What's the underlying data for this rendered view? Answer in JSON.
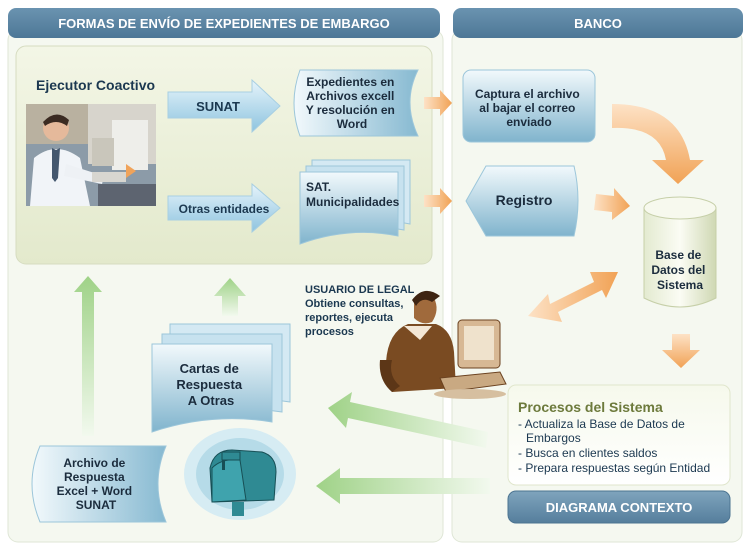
{
  "headers": {
    "left": "FORMAS DE ENVÍO DE EXPEDIENTES DE EMBARGO",
    "right": "BANCO"
  },
  "ejecutor": {
    "title": "Ejecutor Coactivo"
  },
  "flows": {
    "sunat_label": "SUNAT",
    "otras_label": "Otras entidades"
  },
  "docs": {
    "expedientes": [
      "Expedientes en",
      "Archivos excell",
      "Y resolución en",
      "Word"
    ],
    "sat": [
      "SAT.",
      "Municipalidades"
    ]
  },
  "banco": {
    "captura": [
      "Captura el archivo",
      "al bajar el correo",
      "enviado"
    ],
    "registro": "Registro",
    "database": [
      "Base de",
      "Datos del",
      "Sistema"
    ]
  },
  "usuario": {
    "title": "USUARIO DE LEGAL",
    "lines": [
      "Obtiene consultas,",
      "reportes, ejecuta",
      "procesos"
    ]
  },
  "cartas": [
    "Cartas de",
    "Respuesta",
    "A Otras"
  ],
  "archivo": [
    "Archivo de",
    "Respuesta",
    "Excel + Word",
    "SUNAT"
  ],
  "procesos": {
    "title": "Procesos del Sistema",
    "items": [
      [
        "- Actualiza la Base de Datos de",
        "  Embargos"
      ],
      [
        "- Busca en clientes saldos"
      ],
      [
        "- Prepara respuestas según Entidad"
      ]
    ]
  },
  "footer_badge": "DIAGRAMA CONTEXTO",
  "colors": {
    "header_blue": "#55809f",
    "panel_bg": "#eef2df",
    "doc_top": "#e9f4f8",
    "doc_bottom": "#7fb3cb",
    "arrow_blue_top": "#dff0f8",
    "arrow_blue_bottom": "#8fc3dd",
    "arrow_orange": "#f2a257",
    "arrow_green": "#b9dfa3",
    "text_dark": "#1b2c3d",
    "procesos_title": "#6d7a3c"
  },
  "icons": {
    "photo": "person-at-computer-photo",
    "clipart": "user-at-computer-clipart",
    "mailbox": "mailbox-icon"
  }
}
